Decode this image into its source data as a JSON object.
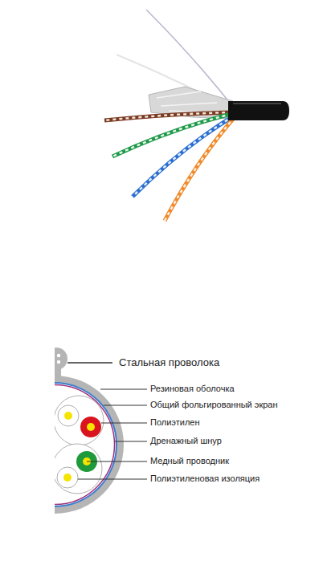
{
  "diagram": {
    "labels": [
      "Стальная проволока",
      "Резиновая оболочка",
      "Общий фольгированный экран",
      "Полиэтилен",
      "Дренажный шнур",
      "Медный проводник",
      "Полиэтиленовая изоляция"
    ]
  }
}
